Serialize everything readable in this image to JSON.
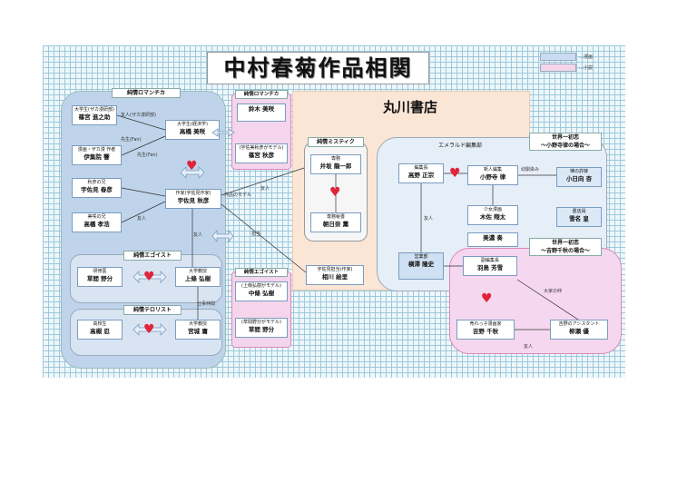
{
  "title": "中村春菊作品相関",
  "legend": [
    {
      "label": "…漫画",
      "color": "#c9dcf3"
    },
    {
      "label": "…小説",
      "color": "#f4d5ec"
    }
  ],
  "regions": {
    "maruzen": "丸川書店",
    "emerald": "エメラルド編集部"
  },
  "tags": {
    "junjo_left": "純情ロマンチカ",
    "egoist_left": "純情エゴイスト",
    "terrorist": "純情テロリスト",
    "junjo_small": "純情ロマンチカ",
    "mystic": "純情ミスティク",
    "egoist_small": "純情エゴイスト",
    "sekaiichi_top": "世界一初恋\n～小野寺律の場合～",
    "sekaiichi_bottom": "世界一初恋\n～吉野千秋の場合～"
  },
  "people": {
    "nowaki_top": {
      "role": "大学生(ザカ漫研部)",
      "name": "篠宮 進之助"
    },
    "misaki": {
      "role": "大学生(経済学)",
      "name": "高橋 美咲"
    },
    "ijuin": {
      "role": "漫画・ザカ漫 作者",
      "name": "伊集院 響"
    },
    "haruhiko": {
      "role": "秋彦の兄",
      "name": "宇佐見 春彦"
    },
    "takahiro": {
      "role": "美咲の兄",
      "name": "高橋 孝浩"
    },
    "akihiko": {
      "role": "作家(宇佐見作家)",
      "name": "宇佐見 秋彦"
    },
    "nowaki": {
      "role": "研修医",
      "name": "草間 野分"
    },
    "hiroki": {
      "role": "大学教授",
      "name": "上條 弘樹"
    },
    "shinobu": {
      "role": "高校生",
      "name": "高槻 忍"
    },
    "miyagi": {
      "role": "大学教授",
      "name": "宮城 庸"
    },
    "suzuki": {
      "role": "",
      "name": "鈴木 美咲"
    },
    "shinomiya_s": {
      "role": "(宇佐美秋彦がモデル)",
      "name": "篠宮 秋彦"
    },
    "isaka": {
      "role": "専務",
      "name": "井坂 龍一郎"
    },
    "asahina": {
      "role": "専務秘書",
      "name": "朝日奈 薫"
    },
    "nakajo": {
      "role": "(上條弘樹がモデル)",
      "name": "中條 弘樹"
    },
    "kusama_s": {
      "role": "(草間野分がモデル)",
      "name": "草間 野分"
    },
    "aikawa": {
      "role": "宇佐見担当(作家)",
      "name": "相川 絵里"
    },
    "takano": {
      "role": "編集長",
      "name": "高野 正宗"
    },
    "onodera": {
      "role": "新人編集",
      "name": "小野寺 律"
    },
    "kisa": {
      "role": "少女漫画",
      "name": "木佐 翔太"
    },
    "mino": {
      "role": "",
      "name": "美濃 奏"
    },
    "hatori": {
      "role": "副編集長",
      "name": "羽鳥 芳雪"
    },
    "yokozawa": {
      "role": "営業部",
      "name": "横澤 隆史"
    },
    "yoshino": {
      "role": "売れっ子漫画家",
      "name": "吉野 千秋"
    },
    "yanase": {
      "role": "吉野のアシスタント",
      "name": "柳瀬 優"
    },
    "oda": {
      "role": "律の許嫁",
      "name": "小日向 杏"
    },
    "yukina": {
      "role": "書店員",
      "name": "雪名 皇"
    }
  },
  "relations": {
    "friend_nowaki": "友人(ザカ漫研部)",
    "teacher_fan": "先生(Fan)",
    "teacher_fan2": "先生(Fan)",
    "friend1": "友人",
    "friend2": "友人",
    "friend_aikawa": "友人",
    "work_colleague": "仕事仲間",
    "model": "作品のモデル",
    "editor": "担当",
    "mentor_yanase": "友人",
    "kisa_friend": "友人",
    "onodera_crush": "幼馴染み",
    "hatori_friend": "友人",
    "yanase_rival": "大家の仲"
  }
}
